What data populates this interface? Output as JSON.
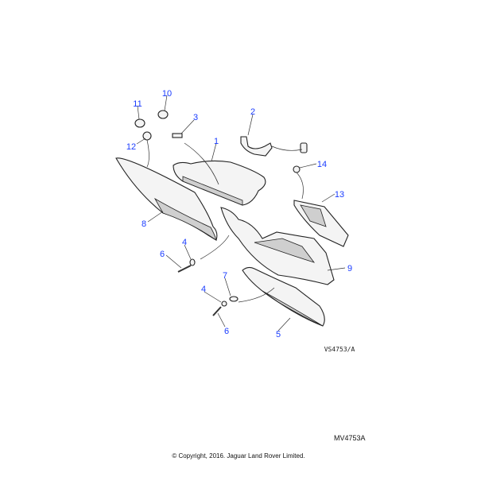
{
  "diagram": {
    "callouts": [
      "1",
      "2",
      "3",
      "4",
      "4",
      "5",
      "6",
      "6",
      "7",
      "8",
      "9",
      "10",
      "11",
      "12",
      "13",
      "14"
    ],
    "drawing_ref": "VS4753/A",
    "callout_color": "#1a3cff"
  },
  "footer": {
    "code": "MV4753A",
    "copyright": "© Copyright, 2016. Jaguar Land Rover Limited."
  }
}
